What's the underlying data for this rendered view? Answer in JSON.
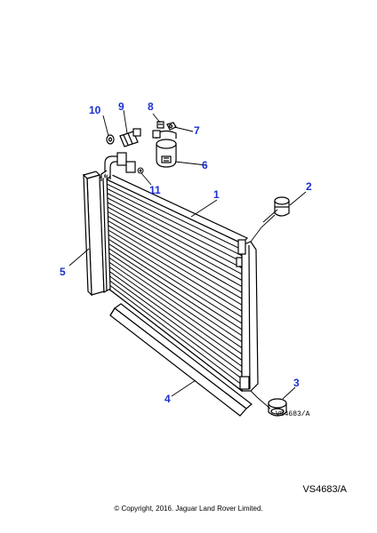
{
  "reference_code": "VS4683/A",
  "copyright": "© Copyright, 2016. Jaguar Land Rover Limited.",
  "accent_color": "#1a2fd0",
  "callouts": [
    {
      "id": "c1",
      "label": "1"
    },
    {
      "id": "c2",
      "label": "2"
    },
    {
      "id": "c3",
      "label": "3"
    },
    {
      "id": "c4",
      "label": "4"
    },
    {
      "id": "c5",
      "label": "5"
    },
    {
      "id": "c6",
      "label": "6"
    },
    {
      "id": "c7",
      "label": "7"
    },
    {
      "id": "c8",
      "label": "8"
    },
    {
      "id": "c9",
      "label": "9"
    },
    {
      "id": "c10",
      "label": "10"
    },
    {
      "id": "c11",
      "label": "11"
    }
  ]
}
